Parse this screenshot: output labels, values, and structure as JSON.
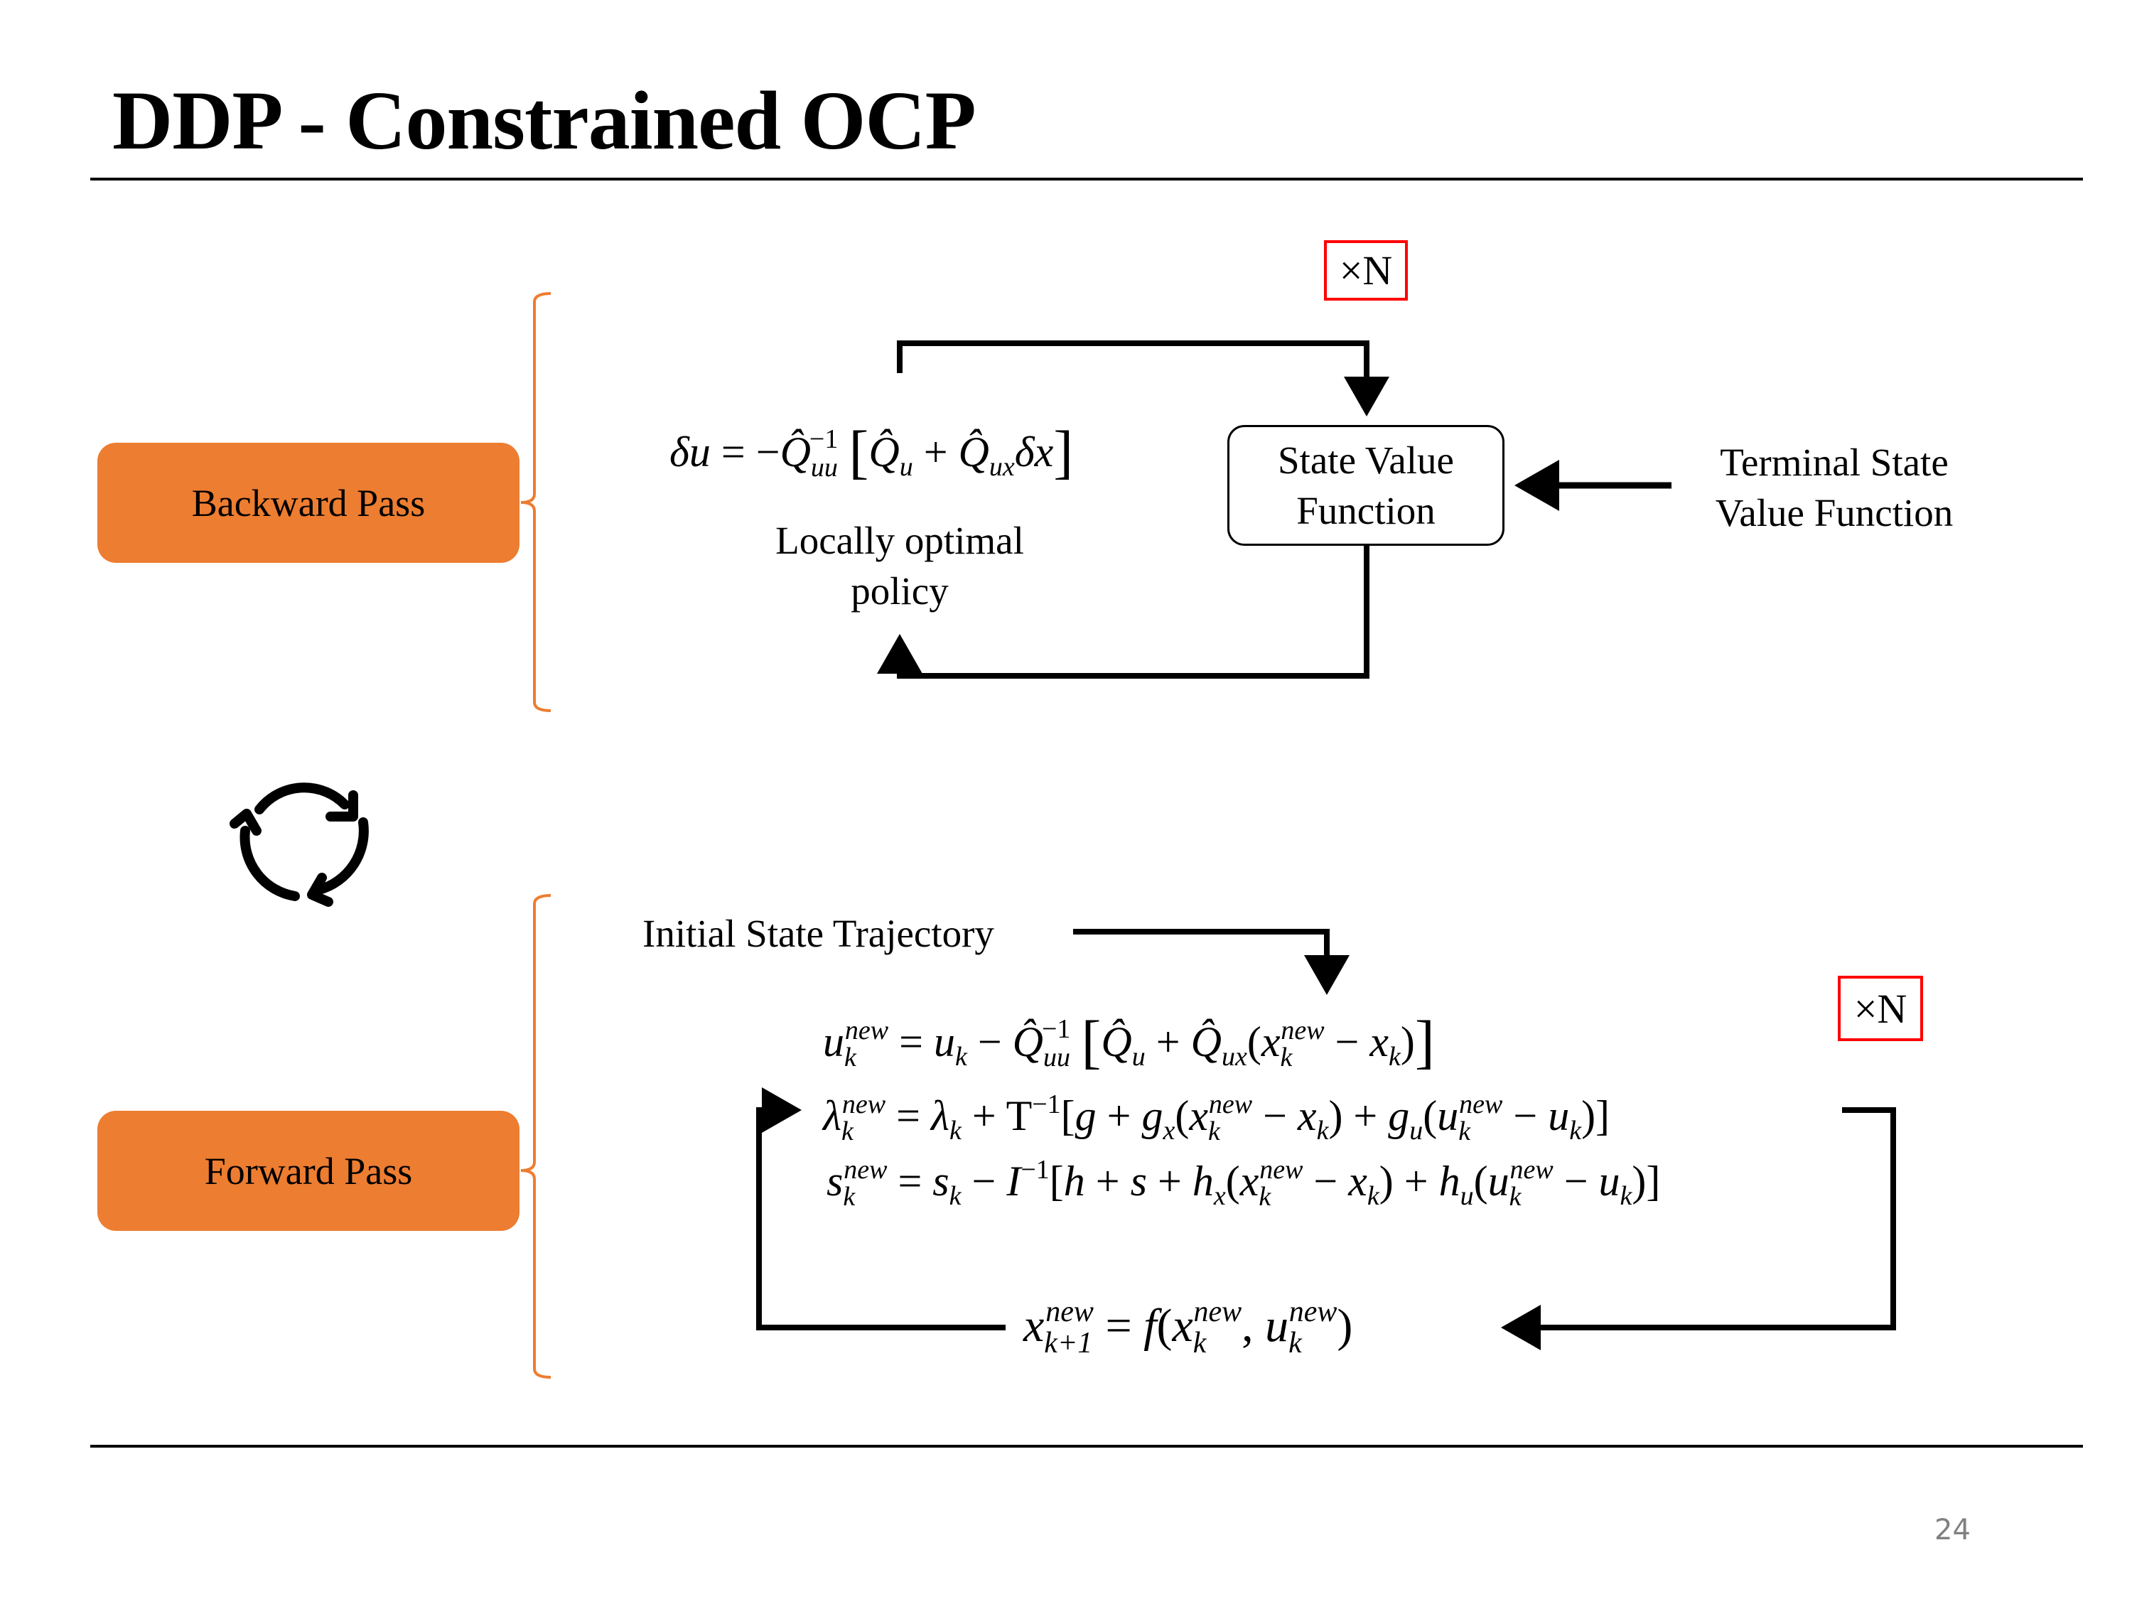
{
  "slide": {
    "title": "DDP - Constrained OCP",
    "page_number": "24"
  },
  "colors": {
    "accent_orange": "#ED7D31",
    "repeat_box_border": "#FF0000",
    "page_number": "#808080"
  },
  "backward_pass": {
    "label": "Backward Pass",
    "policy_equation": "δu = −Q̂uu⁻¹ [Q̂u + Q̂ux δx]",
    "policy_caption_line1": "Locally optimal",
    "policy_caption_line2": "policy",
    "value_box_line1": "State Value",
    "value_box_line2": "Function",
    "terminal_line1": "Terminal State",
    "terminal_line2": "Value Function",
    "repeat_label": "×N"
  },
  "cycle_icon": "cycle-arrows-icon",
  "forward_pass": {
    "label": "Forward Pass",
    "initial_label": "Initial State Trajectory",
    "repeat_label": "×N",
    "eq_u": "u_k^new = u_k − Q̂uu⁻¹ [Q̂u + Q̂ux(x_k^new − x_k)]",
    "eq_lambda": "λ_k^new = λ_k + T⁻¹[g + g_x(x_k^new − x_k) + g_u(u_k^new − u_k)]",
    "eq_s": "s_k^new = s_k − I⁻¹[h + s + h_x(x_k^new − x_k) + h_u(u_k^new − u_k)]",
    "eq_x": "x_{k+1}^new = f(x_k^new, u_k^new)"
  }
}
